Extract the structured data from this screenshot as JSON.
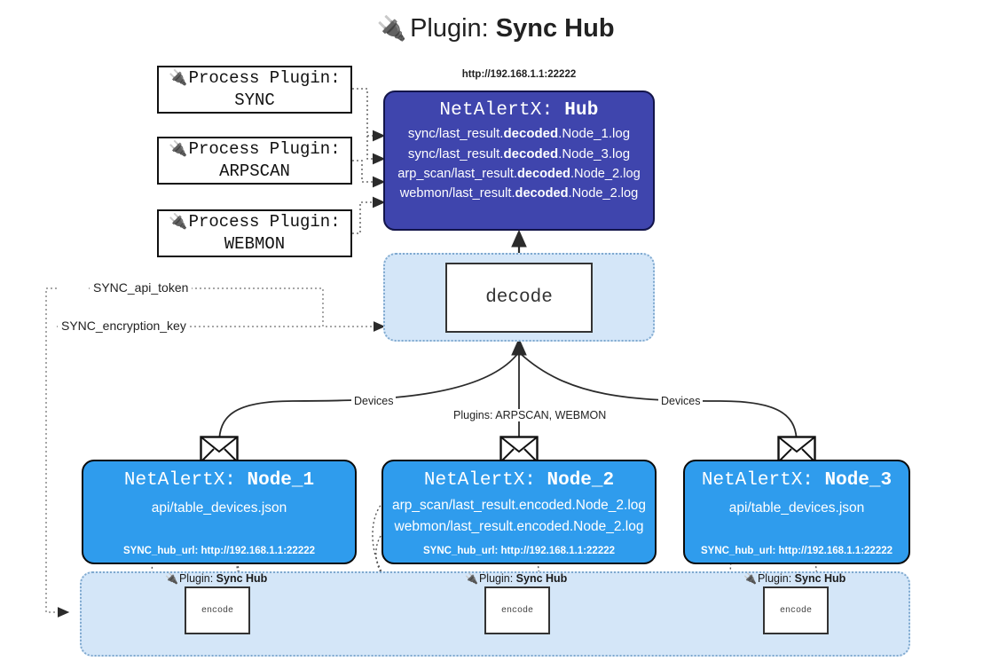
{
  "title": {
    "icon": "plug-icon",
    "prefix": "Plugin: ",
    "name": "Sync Hub",
    "glyph": "🔌"
  },
  "process_plugins": [
    {
      "line1": "Process Plugin:",
      "line2": "SYNC",
      "icon": "plug-icon"
    },
    {
      "line1": "Process Plugin:",
      "line2": "ARPSCAN",
      "icon": "plug-icon"
    },
    {
      "line1": "Process Plugin:",
      "line2": "WEBMON",
      "icon": "plug-icon"
    }
  ],
  "hub": {
    "url": "http://192.168.1.1:22222",
    "title_prefix": "NetAlertX: ",
    "title_name": "Hub",
    "rows": [
      {
        "pre": "sync/last_result.",
        "em": "decoded",
        "post": ".Node_1.log"
      },
      {
        "pre": "sync/last_result.",
        "em": "decoded",
        "post": ".Node_3.log"
      },
      {
        "pre": "arp_scan/last_result.",
        "em": "decoded",
        "post": ".Node_2.log"
      },
      {
        "pre": "webmon/last_result.",
        "em": "decoded",
        "post": ".Node_2.log"
      }
    ],
    "fill": "#3f45ad",
    "text_color": "#ffffff"
  },
  "decode": {
    "label": "decode"
  },
  "config_labels": {
    "api_token": "SYNC_api_token",
    "encryption_key": "SYNC_encryption_key"
  },
  "edge_labels": {
    "devices_left": "Devices",
    "devices_right": "Devices",
    "plugins_center": "Plugins: ARPSCAN, WEBMON"
  },
  "nodes": [
    {
      "title_prefix": "NetAlertX: ",
      "title_name": "Node_1",
      "lines": [
        "api/table_devices.json"
      ],
      "footer": "SYNC_hub_url: http://192.168.1.1:22222",
      "envelope_icon": "envelope-icon"
    },
    {
      "title_prefix": "NetAlertX: ",
      "title_name": "Node_2",
      "lines": [
        "arp_scan/last_result.encoded.Node_2.log",
        "webmon/last_result.encoded.Node_2.log"
      ],
      "footer": "SYNC_hub_url: http://192.168.1.1:22222",
      "envelope_icon": "envelope-icon"
    },
    {
      "title_prefix": "NetAlertX: ",
      "title_name": "Node_3",
      "lines": [
        "api/table_devices.json"
      ],
      "footer": "SYNC_hub_url: http://192.168.1.1:22222",
      "envelope_icon": "envelope-icon"
    }
  ],
  "encoders": [
    {
      "caption_prefix": "Plugin: ",
      "caption_name": "Sync Hub",
      "label": "encode",
      "icon": "plug-icon"
    },
    {
      "caption_prefix": "Plugin: ",
      "caption_name": "Sync Hub",
      "label": "encode",
      "icon": "plug-icon"
    },
    {
      "caption_prefix": "Plugin: ",
      "caption_name": "Sync Hub",
      "label": "encode",
      "icon": "plug-icon"
    }
  ],
  "colors": {
    "hub_fill": "#3f45ad",
    "node_fill": "#2f9ced",
    "band_fill": "#d4e6f8",
    "band_border": "#7fa9cf",
    "stroke": "#333333"
  }
}
